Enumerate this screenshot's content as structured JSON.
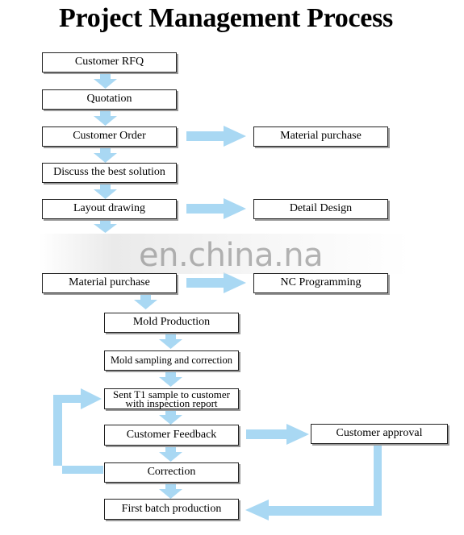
{
  "title": "Project Management Process",
  "watermark": "en.china.na",
  "colors": {
    "arrow": "#a9d8f3",
    "box_border": "#222222",
    "box_shadow": "#9a9a9a"
  },
  "steps": {
    "customer_rfq": "Customer RFQ",
    "quotation": "Quotation",
    "customer_order": "Customer Order",
    "material_purchase_1": "Material purchase",
    "discuss_solution": "Discuss the best solution",
    "layout_drawing": "Layout drawing",
    "detail_design": "Detail Design",
    "material_purchase_2": "Material purchase",
    "nc_programming": "NC Programming",
    "mold_production": "Mold Production",
    "mold_sampling": "Mold sampling and correction",
    "sent_t1_line1": "Sent T1 sample to customer",
    "sent_t1_line2": "with inspection report",
    "customer_feedback": "Customer Feedback",
    "customer_approval": "Customer approval",
    "correction": "Correction",
    "first_batch": "First batch production"
  }
}
